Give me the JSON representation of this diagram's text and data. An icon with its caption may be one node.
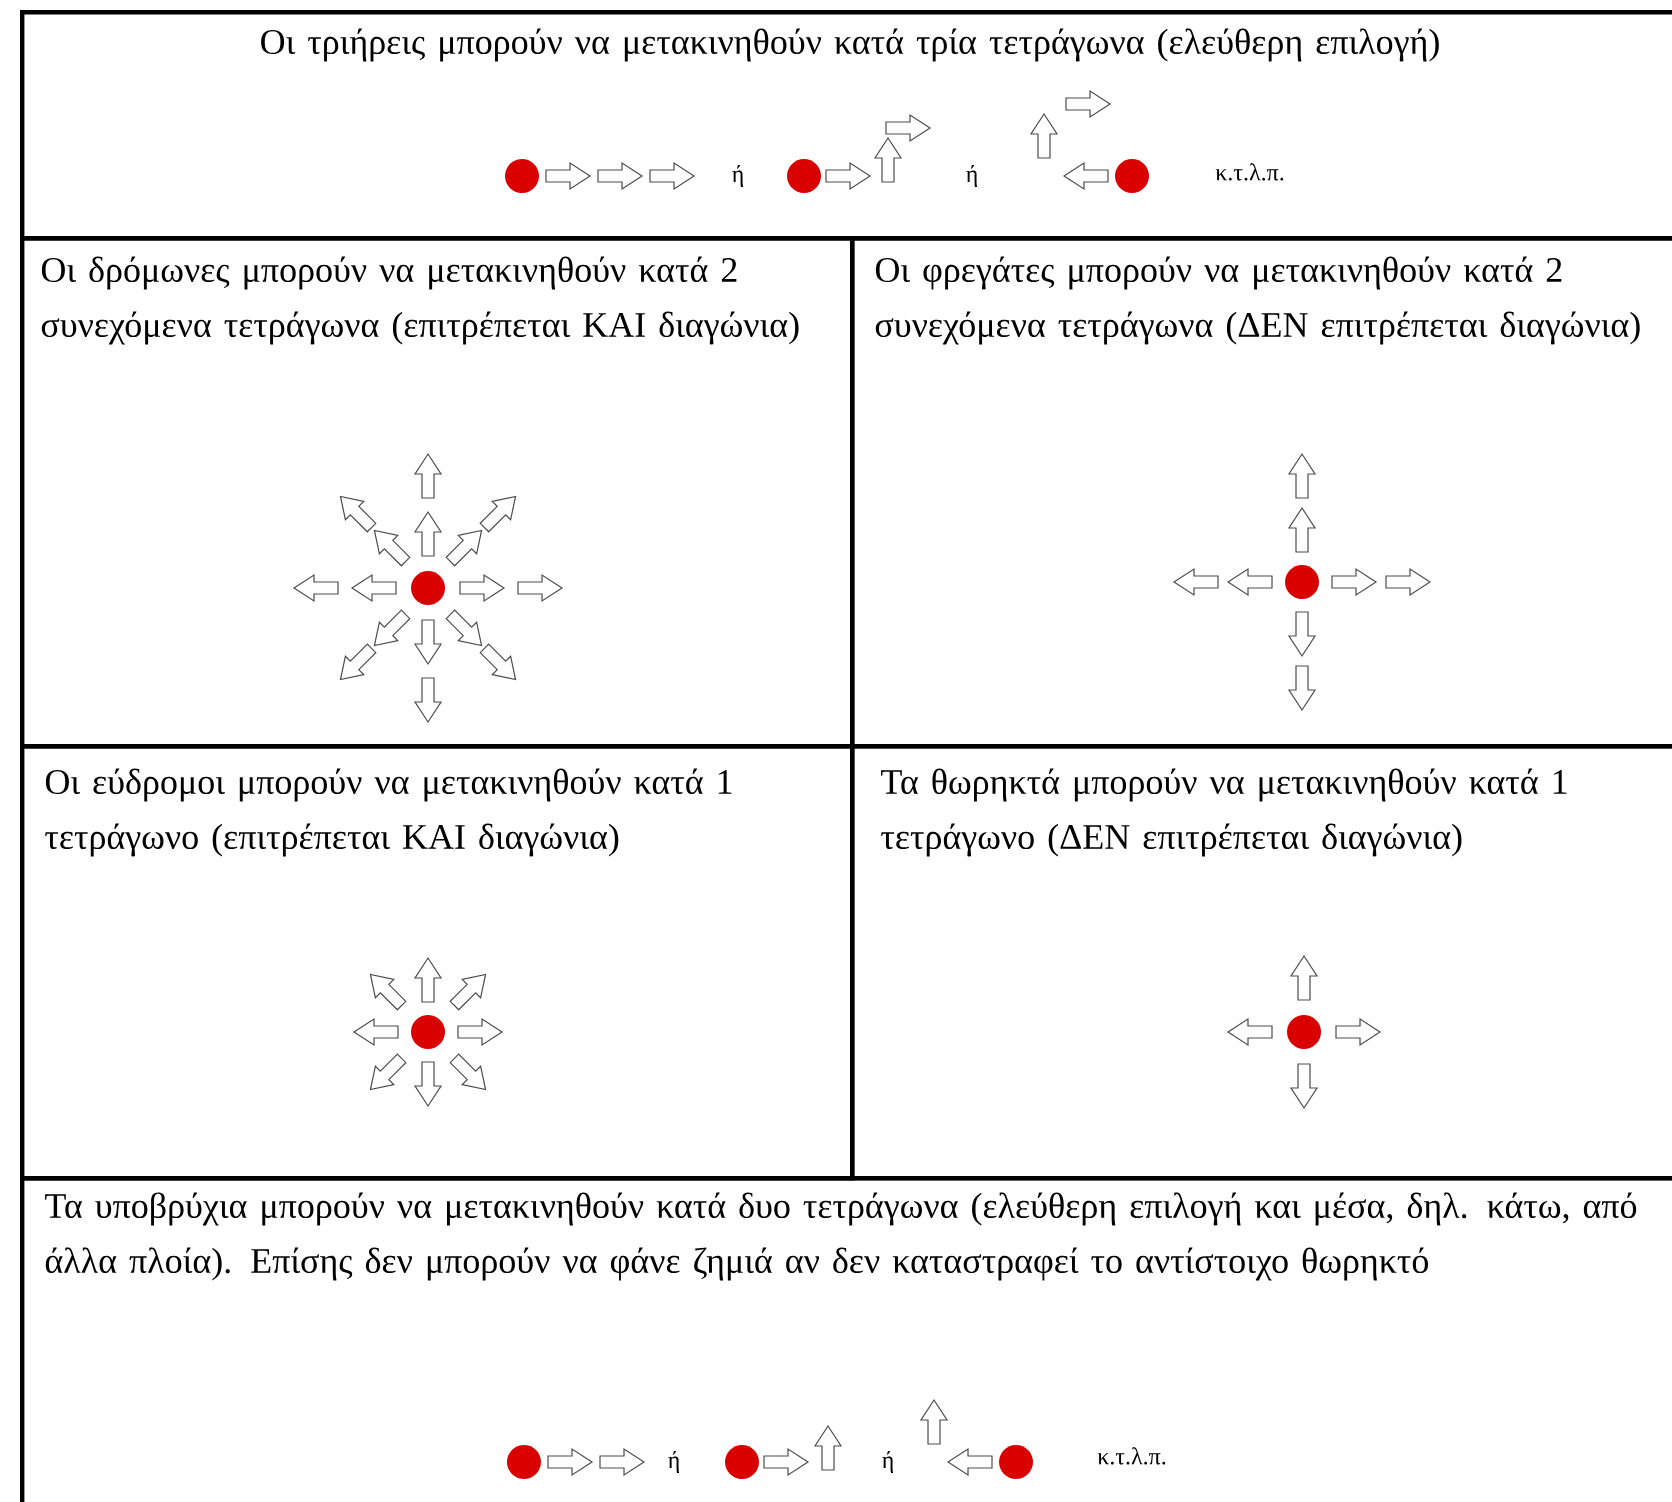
{
  "diagram": {
    "nodes": [
      {
        "text": [
          "Οι τριήρεις μπορούν να μετακινηθούν κατά τρία τετράγωνα (ελεύθερη επιλογή)",
          "ή",
          "ή",
          "κ.τ.λ.π."
        ]
      },
      {
        "text": [
          "Οι δρόμωνες μπορούν να μετακινηθούν κατά 2 συνεχόμενα τετράγωνα (επιτρέπεται ΚΑΙ διαγώνια)"
        ]
      },
      {
        "text": [
          "Οι φρεγάτες μπορούν να μετακινηθούν κατά 2 συνεχόμενα τετράγωνα (ΔΕΝ επιτρέπεται διαγώνια)"
        ]
      },
      {
        "text": [
          "Οι εύδρομοι μπορούν να μετακινηθούν κατά 1 τετράγωνο (επιτρέπεται ΚΑΙ διαγώνια)"
        ]
      },
      {
        "text": [
          "Τα θωρηκτά μπορούν να μετακινηθούν κατά 1 τετράγωνο (ΔΕΝ επιτρέπεται διαγώνια)"
        ]
      },
      {
        "text": [
          "Τα υποβρύχια μπορούν να μετακινηθούν κατά δυο τετράγωνα (ελεύθερη επιλογή και μέσα, δηλ. κάτω, από άλλα πλοία). Επίσης δεν μπορούν να φάνε ζημιά αν δεν καταστραφεί το αντίστοιχο θωρηκτό",
          "ή",
          "ή",
          "κ.τ.λ.π."
        ]
      }
    ]
  }
}
